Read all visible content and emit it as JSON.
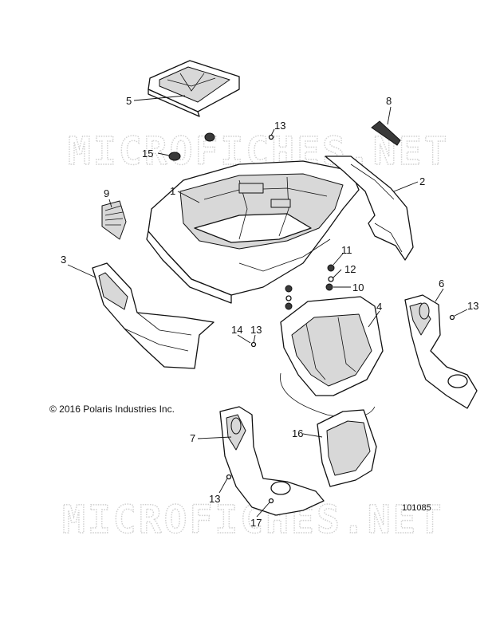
{
  "watermark": {
    "top": "MICROFICHES.NET",
    "bottom": "MICROFICHES.NET"
  },
  "copyright": "© 2016 Polaris Industries Inc.",
  "figure_id": "101085",
  "callouts": {
    "c1": "1",
    "c2": "2",
    "c3": "3",
    "c4": "4",
    "c5": "5",
    "c6": "6",
    "c7": "7",
    "c8": "8",
    "c9": "9",
    "c10": "10",
    "c11": "11",
    "c12": "12",
    "c13a": "13",
    "c13b": "13",
    "c13c": "13",
    "c13d": "13",
    "c14": "14",
    "c15": "15",
    "c16": "16",
    "c17": "17"
  }
}
